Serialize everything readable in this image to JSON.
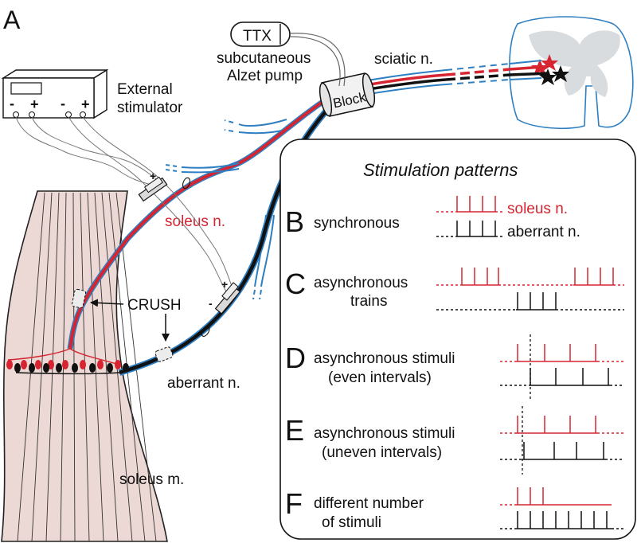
{
  "panel_letter": "A",
  "pump": {
    "drug": "TTX",
    "line1": "subcutaneous",
    "line2": "Alzet pump"
  },
  "nerve": {
    "sciatic": "sciatic n.",
    "block": "Block",
    "soleus": "soleus n.",
    "aberrant": "aberrant n.",
    "crush": "CRUSH"
  },
  "stimulator": {
    "line1": "External",
    "line2": "stimulator",
    "minus": "-",
    "plus": "+"
  },
  "electrode": {
    "plus": "+",
    "minus": "-"
  },
  "muscle": {
    "label": "soleus m."
  },
  "patterns": {
    "title": "Stimulation patterns",
    "legend_soleus": "soleus n.",
    "legend_aberrant": "aberrant n.",
    "items": [
      {
        "letter": "B",
        "line1": "synchronous",
        "line2": ""
      },
      {
        "letter": "C",
        "line1": "asynchronous",
        "line2": "trains"
      },
      {
        "letter": "D",
        "line1": "asynchronous stimuli",
        "line2": "(even intervals)"
      },
      {
        "letter": "E",
        "line1": "asynchronous stimuli",
        "line2": "(uneven intervals)"
      },
      {
        "letter": "F",
        "line1": "different number",
        "line2": "of stimuli"
      }
    ]
  },
  "colors": {
    "red": "#d62530",
    "black": "#111111",
    "blue": "#2e7fc2",
    "muscle": "#ecd8d4",
    "cord_gray": "#d8dcde"
  }
}
